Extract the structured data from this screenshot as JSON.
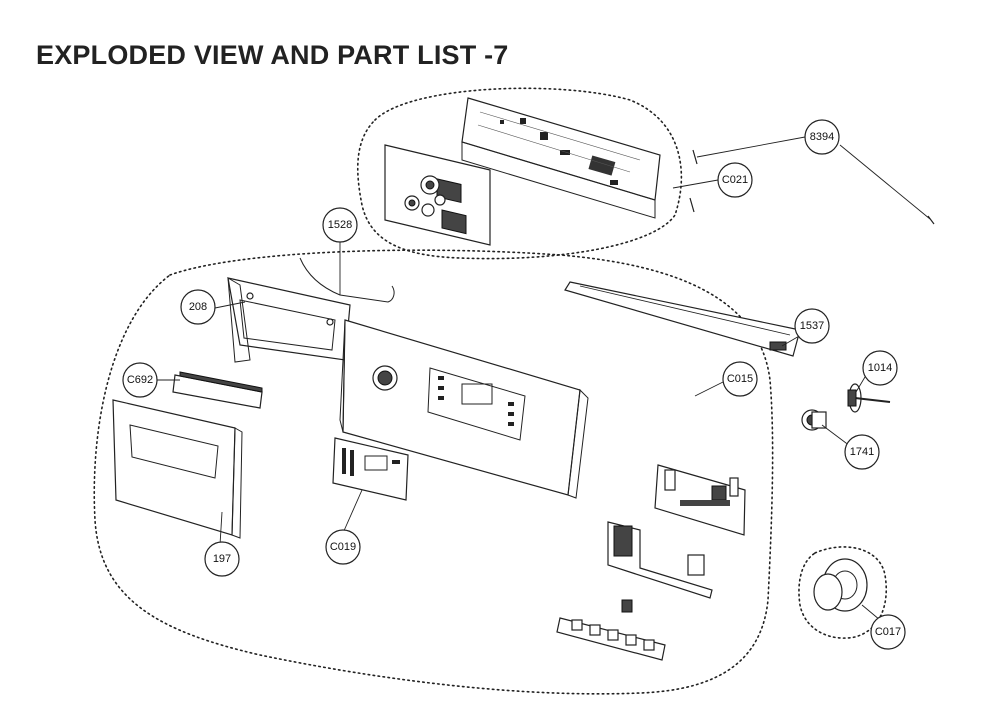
{
  "title": "EXPLODED VIEW AND PART LIST -7",
  "callouts": {
    "c8394": "8394",
    "cC021": "C021",
    "c1528": "1528",
    "c208": "208",
    "c1537": "1537",
    "cC692": "C692",
    "cC015": "C015",
    "c1014": "1014",
    "c1741": "1741",
    "c197": "197",
    "cC019": "C019",
    "cC017": "C017"
  }
}
